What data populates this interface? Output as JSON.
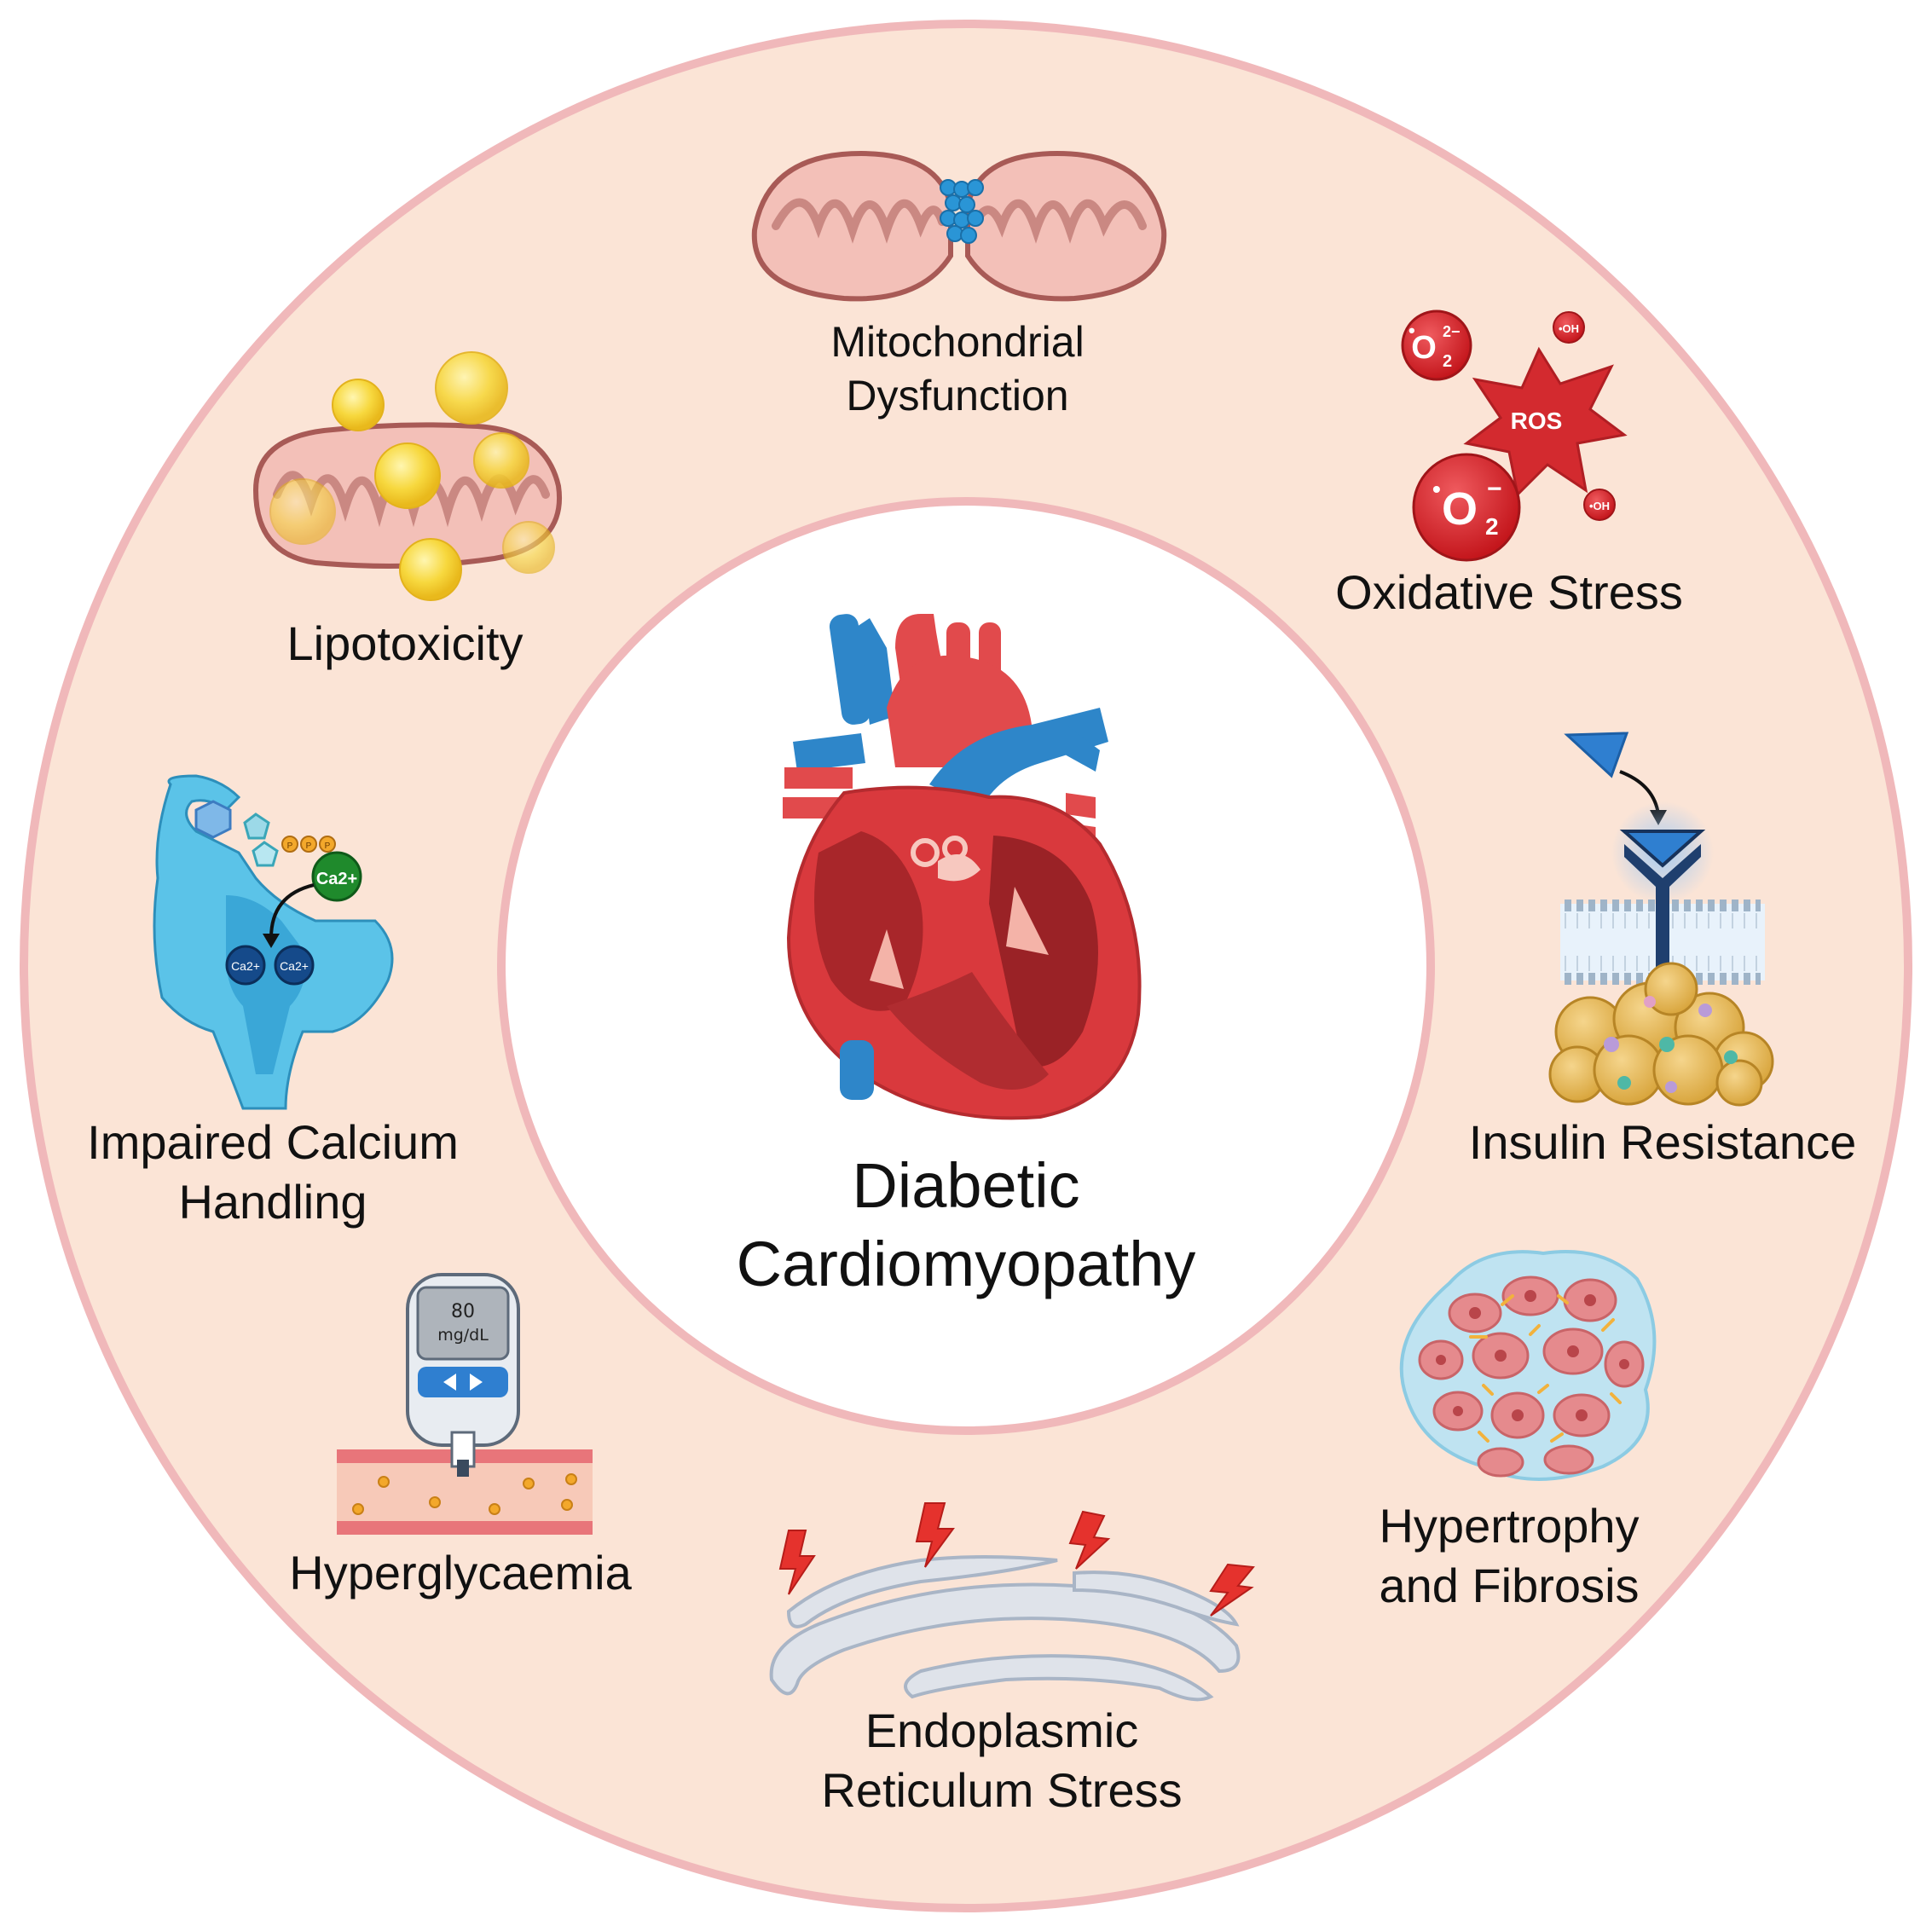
{
  "center": {
    "title_line1": "Diabetic",
    "title_line2": "Cardiomyopathy",
    "icon": "heart-anatomy-icon"
  },
  "factors": [
    {
      "id": "mitochondrial",
      "line1": "Mitochondrial",
      "line2": "Dysfunction",
      "icon": "mitochondrion-fission-icon"
    },
    {
      "id": "oxidative",
      "line1": "Oxidative Stress",
      "icon": "ros-radicals-icon"
    },
    {
      "id": "insulin",
      "line1": "Insulin Resistance",
      "icon": "insulin-receptor-icon"
    },
    {
      "id": "hypertrophy",
      "line1": "Hypertrophy",
      "line2": "and Fibrosis",
      "icon": "fibrotic-tissue-icon"
    },
    {
      "id": "er",
      "line1": "Endoplasmic",
      "line2": "Reticulum Stress",
      "icon": "endoplasmic-reticulum-icon"
    },
    {
      "id": "hyperglycaemia",
      "line1": "Hyperglycaemia",
      "icon": "glucose-meter-icon"
    },
    {
      "id": "calcium",
      "line1": "Impaired Calcium",
      "line2": "Handling",
      "icon": "calcium-pump-icon"
    },
    {
      "id": "lipotoxicity",
      "line1": "Lipotoxicity",
      "icon": "lipid-mitochondrion-icon"
    }
  ],
  "icon_text": {
    "ros": "ROS",
    "o2_symbol": "O",
    "o2_sub": "2",
    "superoxide_charge": "2−",
    "superoxide_charge2": "−",
    "hydroxyl": "•OH",
    "dot": "•",
    "meter_value": "80",
    "meter_unit": "mg/dL",
    "calcium": "Ca2+",
    "calcium_small": "Ca2+",
    "phosphate": "P"
  },
  "colors": {
    "ring_fill": "#fbe3d6",
    "ring_edge": "#f1b9bb",
    "inner_fill": "#ffffff",
    "heart_red": "#e14a4c",
    "vessel_blue": "#2e86c9",
    "mito_fill": "#f3c0b8",
    "mito_edge": "#a85a56",
    "ros_red": "#d32a2f",
    "insulin_blue": "#2f7fd0",
    "calcium_blue": "#5bc3e8",
    "er_grey": "#dfe3ea",
    "lipid_yellow": "#f6d23a"
  }
}
